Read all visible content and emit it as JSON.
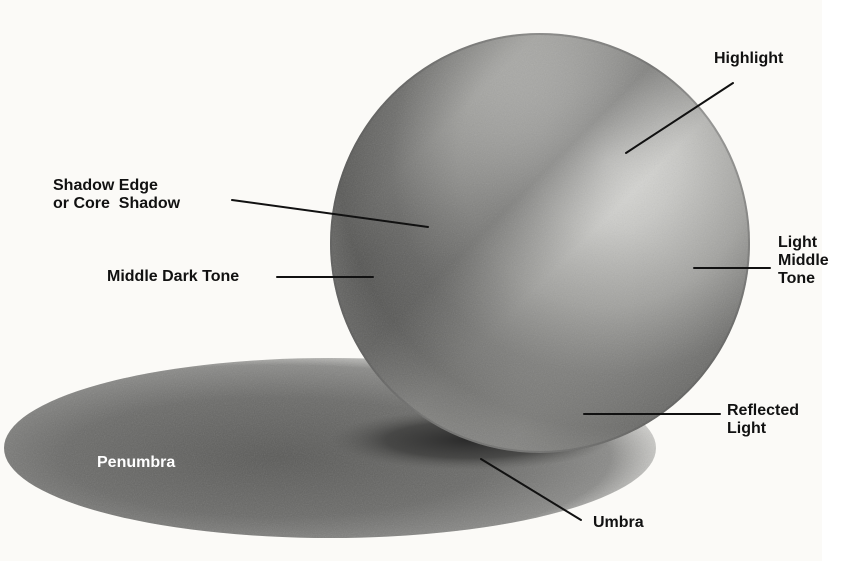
{
  "labels": {
    "highlight": "Highlight",
    "shadow_edge": [
      "Shadow Edge",
      "or Core  Shadow"
    ],
    "middle_dark_tone": "Middle Dark Tone",
    "light_middle_tone": [
      "Light",
      "Middle",
      "Tone"
    ],
    "reflected_light": [
      "Reflected",
      "Light"
    ],
    "penumbra": "Penumbra",
    "umbra": "Umbra"
  },
  "colors": {
    "paper": "#fbfaf7",
    "label_text": "#111111",
    "penumbra_label": "#ffffff",
    "sphere_light": "#d9d9d6",
    "sphere_dark": "#5e5e5c",
    "cast_shadow": "#6a6a68"
  }
}
